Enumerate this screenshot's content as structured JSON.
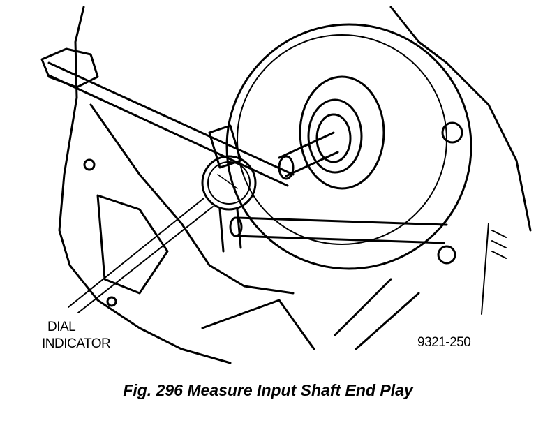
{
  "figure": {
    "callout_line1": "DIAL",
    "callout_line2": "INDICATOR",
    "figure_code": "9321-250",
    "caption": "Fig. 296 Measure Input Shaft End Play"
  }
}
